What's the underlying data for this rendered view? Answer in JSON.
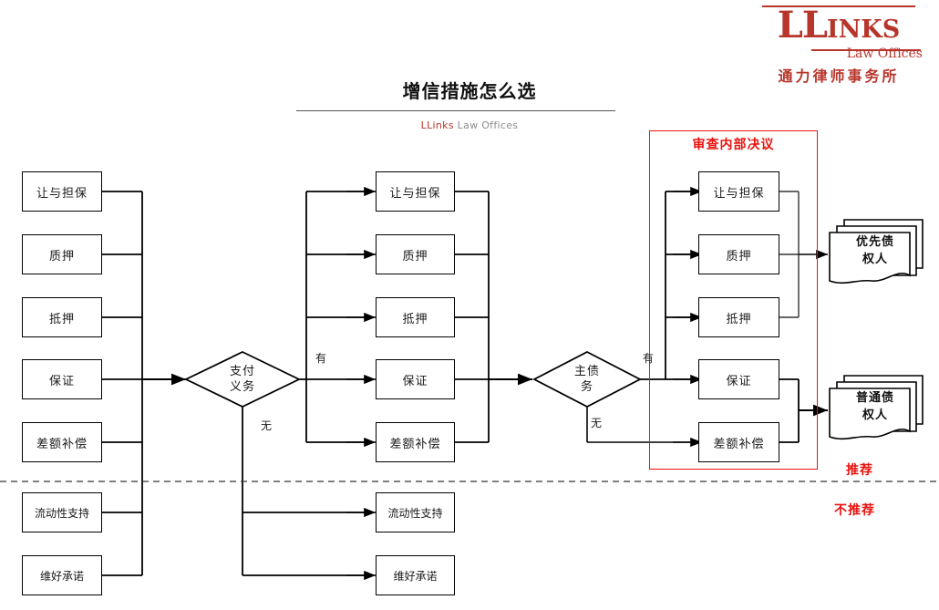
{
  "logo": {
    "main_text": "LL",
    "main_suffix": "INKS",
    "sub_text": "Law Offices",
    "cn_text": "通力律师事务所",
    "color": "#b7352b"
  },
  "header": {
    "title": "增信措施怎么选",
    "subtitle_brand": "LLinks",
    "subtitle_rest": " Law Offices"
  },
  "columns": {
    "source": {
      "items": [
        {
          "label": "让与担保"
        },
        {
          "label": "质押"
        },
        {
          "label": "抵押"
        },
        {
          "label": "保证"
        },
        {
          "label": "差额补偿"
        },
        {
          "label": "流动性支持"
        },
        {
          "label": "维好承诺"
        }
      ]
    },
    "middle": {
      "items": [
        {
          "label": "让与担保"
        },
        {
          "label": "质押"
        },
        {
          "label": "抵押"
        },
        {
          "label": "保证"
        },
        {
          "label": "差额补偿"
        },
        {
          "label": "流动性支持"
        },
        {
          "label": "维好承诺"
        }
      ]
    },
    "review": {
      "items": [
        {
          "label": "让与担保"
        },
        {
          "label": "质押"
        },
        {
          "label": "抵押"
        },
        {
          "label": "保证"
        },
        {
          "label": "差额补偿"
        }
      ]
    }
  },
  "decisions": {
    "first": {
      "line1": "支付",
      "line2": "义务",
      "yes": "有",
      "no": "无"
    },
    "second": {
      "line1": "主债",
      "line2": "务",
      "yes": "有",
      "no": "无"
    }
  },
  "review_frame": {
    "title": "审查内部决议",
    "color": "#e8130f"
  },
  "outcomes": [
    {
      "line1": "优先债",
      "line2": "权人"
    },
    {
      "line1": "普通债",
      "line2": "权人"
    }
  ],
  "recommendation": {
    "recommended": "推荐",
    "not_recommended": "不推荐",
    "color": "#e8130f"
  },
  "divider": {
    "style": "dashed",
    "color": "#333333"
  }
}
